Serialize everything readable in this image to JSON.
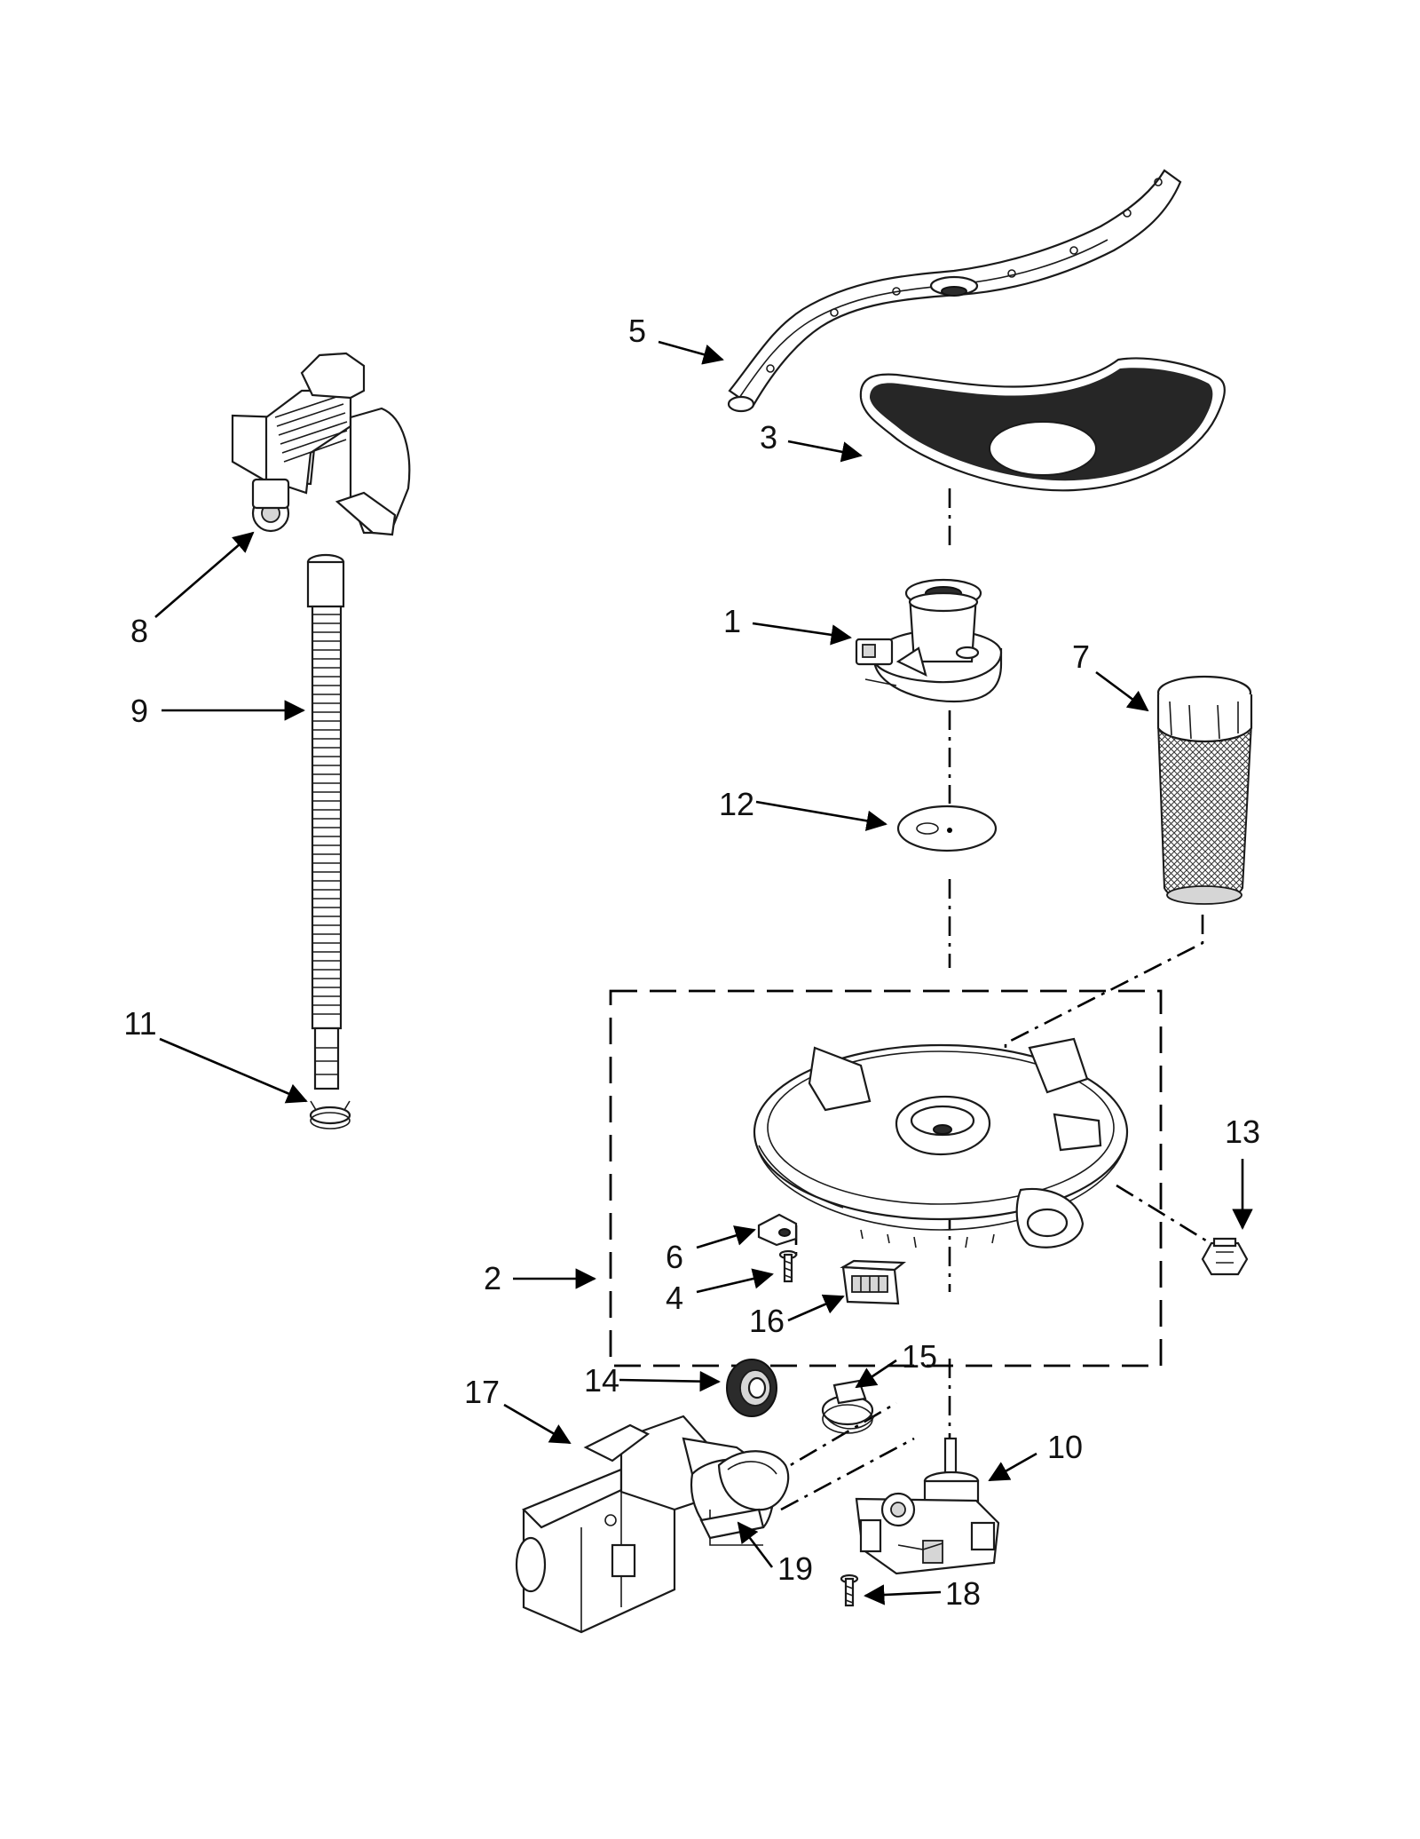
{
  "diagram": {
    "callouts": [
      {
        "key": "c1",
        "label": "1"
      },
      {
        "key": "c2",
        "label": "2"
      },
      {
        "key": "c3",
        "label": "3"
      },
      {
        "key": "c4",
        "label": "4"
      },
      {
        "key": "c5",
        "label": "5"
      },
      {
        "key": "c6",
        "label": "6"
      },
      {
        "key": "c7",
        "label": "7"
      },
      {
        "key": "c8",
        "label": "8"
      },
      {
        "key": "c9",
        "label": "9"
      },
      {
        "key": "c10",
        "label": "10"
      },
      {
        "key": "c11",
        "label": "11"
      },
      {
        "key": "c12",
        "label": "12"
      },
      {
        "key": "c13",
        "label": "13"
      },
      {
        "key": "c14",
        "label": "14"
      },
      {
        "key": "c15",
        "label": "15"
      },
      {
        "key": "c16",
        "label": "16"
      },
      {
        "key": "c17",
        "label": "17"
      },
      {
        "key": "c18",
        "label": "18"
      },
      {
        "key": "c19",
        "label": "19"
      }
    ],
    "colors": {
      "line": "#000000",
      "background": "#ffffff",
      "filter_fill": "#2b2b2b"
    }
  }
}
